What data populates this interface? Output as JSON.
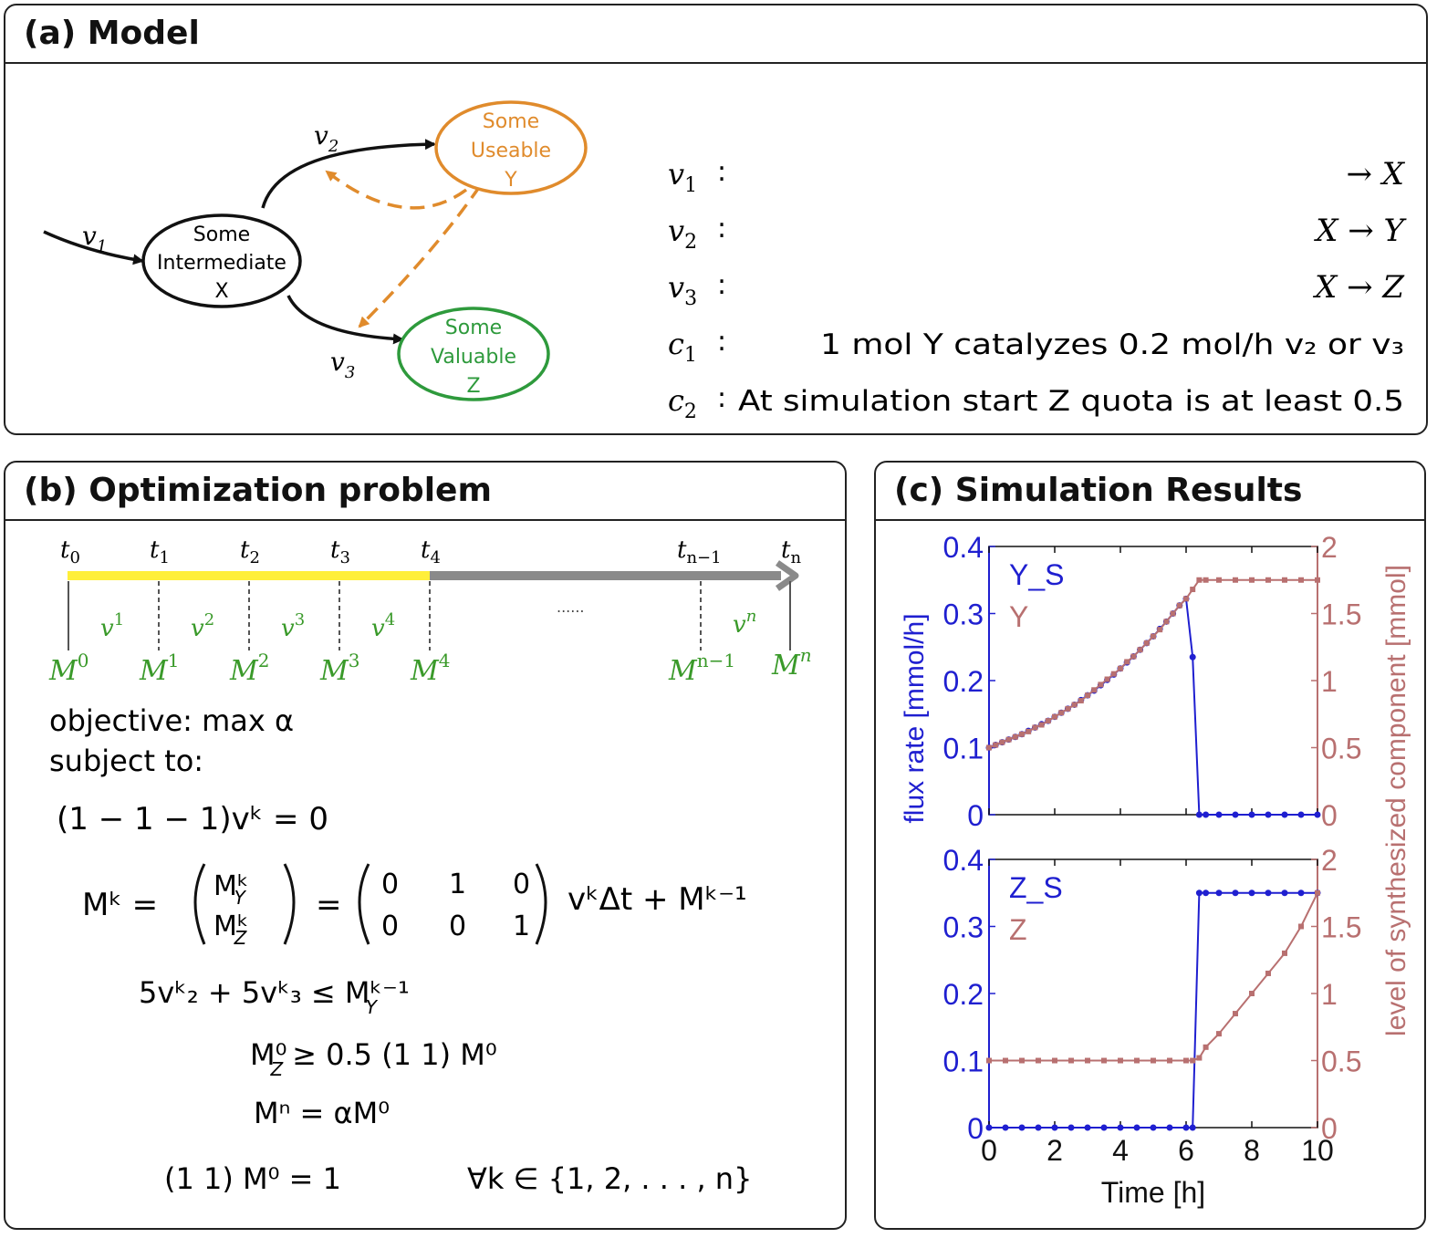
{
  "panel_a": {
    "title": "(a) Model",
    "nodes": {
      "x": [
        "Some",
        "Intermediate",
        "X"
      ],
      "y": [
        "Some",
        "Useable",
        "Y"
      ],
      "z": [
        "Some",
        "Valuable",
        "Z"
      ]
    },
    "edge_labels": {
      "v1": "v",
      "v1_sub": "1",
      "v2": "v",
      "v2_sub": "2",
      "v3": "v",
      "v3_sub": "3"
    },
    "reactions": [
      {
        "name": "v",
        "sub": "1",
        "sep": ":",
        "text": "→ X"
      },
      {
        "name": "v",
        "sub": "2",
        "sep": ":",
        "text": "X → Y"
      },
      {
        "name": "v",
        "sub": "3",
        "sep": ":",
        "text": "X → Z"
      },
      {
        "name": "c",
        "sub": "1",
        "sep": ":",
        "text": "1 mol Y catalyzes 0.2 mol/h v₂ or v₃"
      },
      {
        "name": "c",
        "sub": "2",
        "sep": ":",
        "text": "At simulation start Z quota is at least 0.5"
      }
    ],
    "colors": {
      "useable": "#e08b2c",
      "valuable": "#2e9a3c",
      "arrow": "#111111"
    }
  },
  "panel_b": {
    "title": "(b) Optimization problem",
    "timeline": {
      "t_base": "t",
      "t_subs": [
        "0",
        "1",
        "2",
        "3",
        "4",
        "n−1",
        "n"
      ],
      "v_base": "v",
      "v_sups": [
        "1",
        "2",
        "3",
        "4",
        "n"
      ],
      "m_base": "M",
      "m_sups": [
        "0",
        "1",
        "2",
        "3",
        "4",
        "n−1",
        "n"
      ],
      "ellipsis": "......",
      "highlight_color": "#ffef3a",
      "arrow_color": "#8a8a8a",
      "green": "#3a9a2a"
    },
    "objective": "objective:  max α",
    "subject": "subject to:",
    "eq1": "(1  − 1  − 1)vᵏ = 0",
    "eq2_lhs": "Mᵏ =",
    "eq2_m1": [
      "Mᵏ",
      "Y",
      "Mᵏ",
      "Z"
    ],
    "eq2_eq": "=",
    "eq2_matrix": [
      [
        "0",
        "1",
        "0"
      ],
      [
        "0",
        "0",
        "1"
      ]
    ],
    "eq2_rhs": "vᵏΔt + Mᵏ⁻¹",
    "eq3": "5vᵏ₂ + 5vᵏ₃ ≤ Mᵏ⁻¹",
    "eq3_sub": "Y",
    "eq4": "M⁰",
    "eq4_sub": "Z",
    "eq4_rest": "≥ 0.5 (1 1) M⁰",
    "eq5": "Mⁿ = αM⁰",
    "eq6": "(1 1) M⁰ = 1",
    "eq6_forall": "∀k ∈ {1, 2, . . . , n}"
  },
  "panel_c": {
    "title": "(c) Simulation Results",
    "chart_data": [
      {
        "type": "line",
        "title": "",
        "xlabel": "",
        "ylabel": "flux rate [mmol/h]",
        "y2label": "level of synthesized component [mmol]",
        "xlim": [
          0,
          10
        ],
        "ylim": [
          0,
          0.4
        ],
        "y2lim": [
          0,
          2
        ],
        "yticks": [
          "0",
          "0.1",
          "0.2",
          "0.3",
          "0.4"
        ],
        "y2ticks": [
          "0",
          "0.5",
          "1",
          "1.5",
          "2"
        ],
        "legend": [
          "Y_S",
          "Y"
        ],
        "series": [
          {
            "name": "Y_S",
            "axis": "left",
            "color": "#1f1fd0",
            "x": [
              0,
              0.2,
              0.4,
              0.6,
              0.8,
              1.0,
              1.2,
              1.4,
              1.6,
              1.8,
              2.0,
              2.2,
              2.4,
              2.6,
              2.8,
              3.0,
              3.2,
              3.4,
              3.6,
              3.8,
              4.0,
              4.2,
              4.4,
              4.6,
              4.8,
              5.0,
              5.2,
              5.4,
              5.6,
              5.8,
              6.0,
              6.2,
              6.4,
              6.6,
              7.0,
              7.5,
              8.0,
              8.5,
              9.0,
              9.5,
              10.0
            ],
            "y": [
              0.1,
              0.104,
              0.108,
              0.112,
              0.116,
              0.12,
              0.125,
              0.13,
              0.135,
              0.14,
              0.146,
              0.152,
              0.158,
              0.164,
              0.171,
              0.178,
              0.185,
              0.193,
              0.201,
              0.209,
              0.218,
              0.227,
              0.236,
              0.246,
              0.256,
              0.266,
              0.277,
              0.288,
              0.3,
              0.312,
              0.322,
              0.235,
              0,
              0,
              0,
              0,
              0,
              0,
              0,
              0,
              0
            ]
          },
          {
            "name": "Y",
            "axis": "right",
            "color": "#b87070",
            "x": [
              0,
              0.2,
              0.4,
              0.6,
              0.8,
              1.0,
              1.2,
              1.4,
              1.6,
              1.8,
              2.0,
              2.2,
              2.4,
              2.6,
              2.8,
              3.0,
              3.2,
              3.4,
              3.6,
              3.8,
              4.0,
              4.2,
              4.4,
              4.6,
              4.8,
              5.0,
              5.2,
              5.4,
              5.6,
              5.8,
              6.0,
              6.2,
              6.4,
              6.6,
              7.0,
              7.5,
              8.0,
              8.5,
              9.0,
              9.5,
              10.0
            ],
            "y": [
              0.5,
              0.52,
              0.54,
              0.56,
              0.58,
              0.6,
              0.62,
              0.65,
              0.67,
              0.7,
              0.73,
              0.76,
              0.79,
              0.82,
              0.85,
              0.89,
              0.93,
              0.97,
              1.01,
              1.05,
              1.09,
              1.14,
              1.18,
              1.23,
              1.28,
              1.33,
              1.38,
              1.44,
              1.5,
              1.56,
              1.61,
              1.68,
              1.75,
              1.75,
              1.75,
              1.75,
              1.75,
              1.75,
              1.75,
              1.75,
              1.75
            ]
          }
        ]
      },
      {
        "type": "line",
        "title": "",
        "xlabel": "Time [h]",
        "ylabel": "flux rate [mmol/h]",
        "y2label": "level of synthesized component [mmol]",
        "xlim": [
          0,
          10
        ],
        "ylim": [
          0,
          0.4
        ],
        "y2lim": [
          0,
          2
        ],
        "xticks": [
          "0",
          "2",
          "4",
          "6",
          "8",
          "10"
        ],
        "yticks": [
          "0",
          "0.1",
          "0.2",
          "0.3",
          "0.4"
        ],
        "y2ticks": [
          "0",
          "0.5",
          "1",
          "1.5",
          "2"
        ],
        "legend": [
          "Z_S",
          "Z"
        ],
        "series": [
          {
            "name": "Z_S",
            "axis": "left",
            "color": "#1f1fd0",
            "x": [
              0,
              0.5,
              1,
              1.5,
              2,
              2.5,
              3,
              3.5,
              4,
              4.5,
              5,
              5.5,
              6,
              6.2,
              6.4,
              6.6,
              7,
              7.5,
              8,
              8.5,
              9,
              9.5,
              10
            ],
            "y": [
              0,
              0,
              0,
              0,
              0,
              0,
              0,
              0,
              0,
              0,
              0,
              0,
              0,
              0,
              0.35,
              0.35,
              0.35,
              0.35,
              0.35,
              0.35,
              0.35,
              0.35,
              0.35
            ]
          },
          {
            "name": "Z",
            "axis": "right",
            "color": "#b87070",
            "x": [
              0,
              0.5,
              1,
              1.5,
              2,
              2.5,
              3,
              3.5,
              4,
              4.5,
              5,
              5.5,
              6,
              6.2,
              6.4,
              6.6,
              7,
              7.5,
              8,
              8.5,
              9,
              9.5,
              10
            ],
            "y": [
              0.5,
              0.5,
              0.5,
              0.5,
              0.5,
              0.5,
              0.5,
              0.5,
              0.5,
              0.5,
              0.5,
              0.5,
              0.5,
              0.5,
              0.52,
              0.6,
              0.7,
              0.85,
              1.0,
              1.15,
              1.3,
              1.5,
              1.75
            ]
          }
        ]
      }
    ]
  }
}
